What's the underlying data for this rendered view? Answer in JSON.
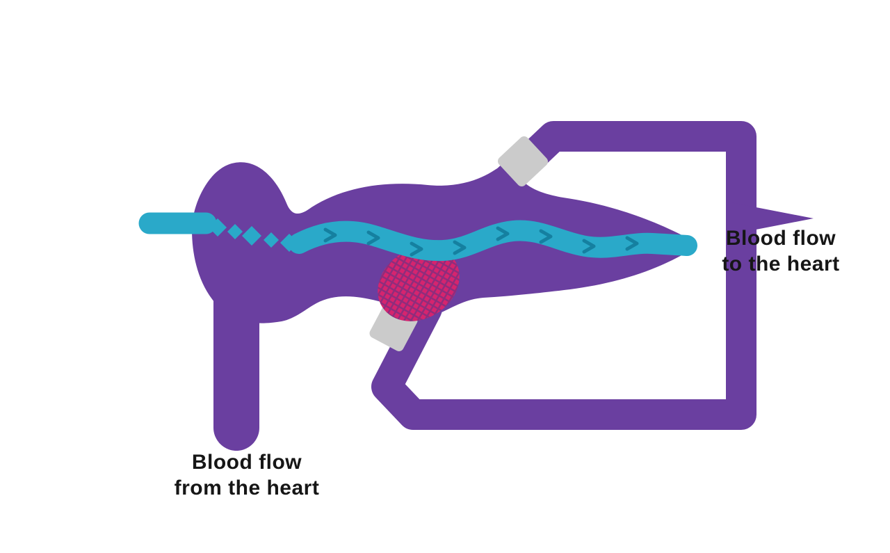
{
  "figure": {
    "type": "medical-vascular-diagram",
    "labels": {
      "flow_to_heart_line1": "Blood flow",
      "flow_to_heart_line2": "to the heart",
      "flow_from_heart_line1": "Blood flow",
      "flow_from_heart_line2": "from the heart"
    },
    "colors": {
      "vessel": "#6A3FA0",
      "wire": "#2AA9C9",
      "wire_dark": "#1580A0",
      "clot": "#D6246E",
      "clot_hatch": "#8E2D7C",
      "sleeve": "#CBCBCB",
      "label": "#161616",
      "background": "#FFFFFF"
    }
  }
}
